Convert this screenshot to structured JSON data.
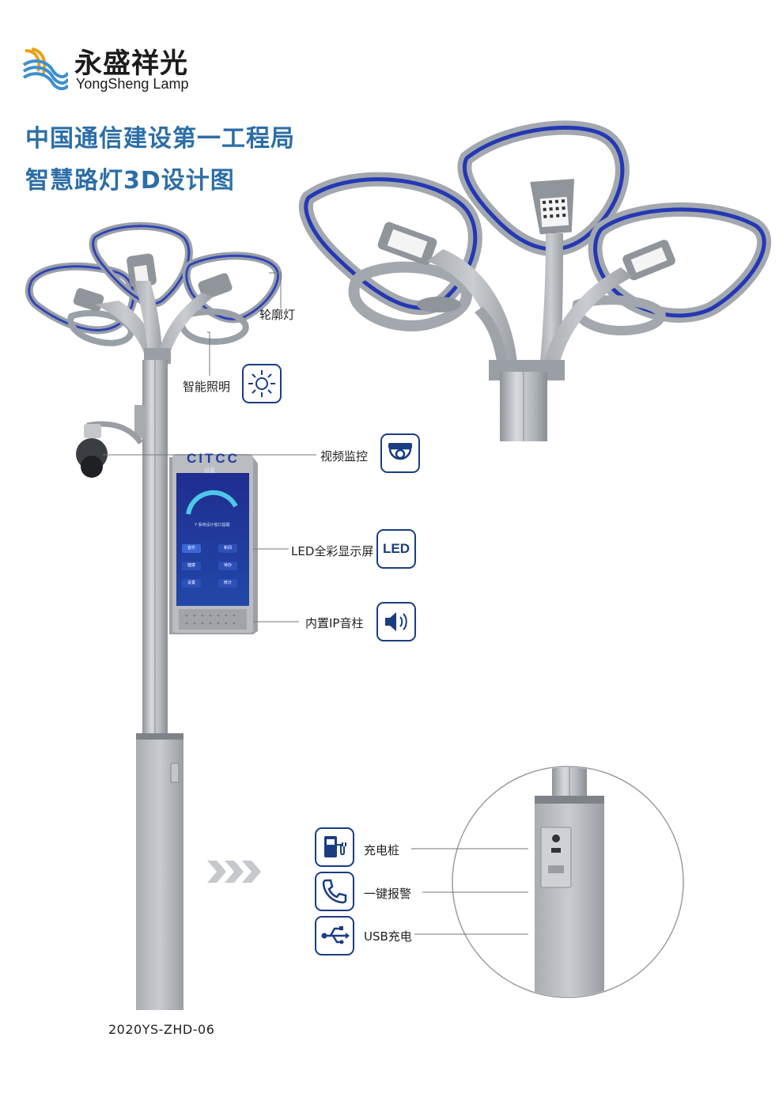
{
  "brand": {
    "name_cn": "永盛祥光",
    "name_en": "YongSheng Lamp",
    "colors": {
      "gold": "#e8a21a",
      "navy": "#1a3d82",
      "light_blue": "#3d8fd0"
    }
  },
  "title": {
    "line1": "中国通信建设第一工程局",
    "line2": "智慧路灯3D设计图",
    "color": "#2c6ea6"
  },
  "screen": {
    "brand": "CITCC",
    "header": "设置",
    "subtitle": "Y 系统设计窗口提醒",
    "buttons": [
      "音乐",
      "新闻",
      "健康",
      "待办",
      "设置",
      "统计"
    ]
  },
  "callouts": [
    {
      "label": "轮廓灯",
      "icon": ""
    },
    {
      "label": "智能照明",
      "icon": "sun-icon"
    },
    {
      "label": "视频监控",
      "icon": "camera-icon"
    },
    {
      "label": "LED全彩显示屏",
      "icon": "led-icon",
      "icon_text": "LED"
    },
    {
      "label": "内置IP音柱",
      "icon": "speaker-icon"
    }
  ],
  "base_features": [
    {
      "label": "充电桩",
      "icon": "charging-station-icon"
    },
    {
      "label": "一键报警",
      "icon": "phone-icon"
    },
    {
      "label": "USB充电",
      "icon": "usb-icon"
    }
  ],
  "model_number": "2020YS-ZHD-06"
}
